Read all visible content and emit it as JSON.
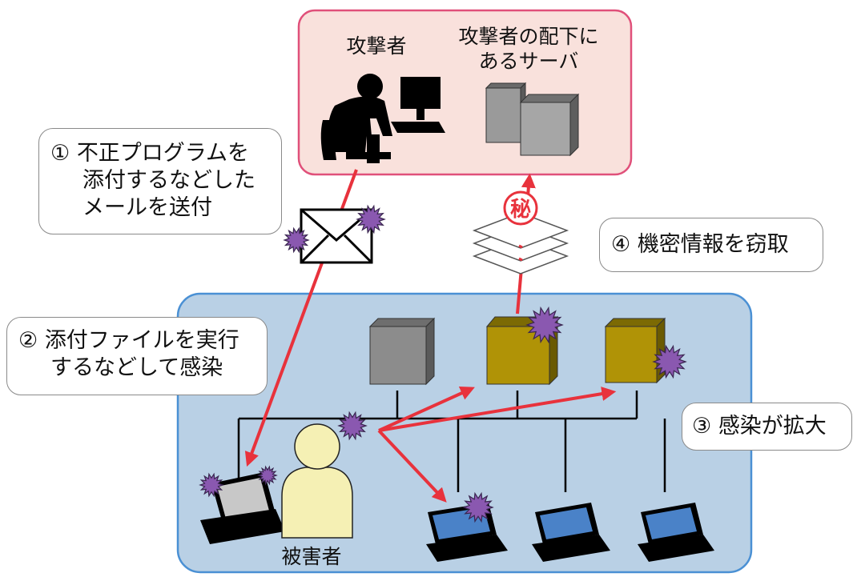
{
  "attacker_zone": {
    "attacker_label": "攻撃者",
    "server_label_line1": "攻撃者の配下に",
    "server_label_line2": "あるサーバ"
  },
  "victim_zone": {
    "victim_label": "被害者"
  },
  "steps": [
    {
      "number": "①",
      "lines": [
        "不正プログラムを",
        "添付するなどした",
        "メールを送付"
      ]
    },
    {
      "number": "②",
      "lines": [
        "添付ファイルを実行",
        "するなどして感染"
      ]
    },
    {
      "number": "③",
      "lines": [
        "感染が拡大"
      ]
    },
    {
      "number": "④",
      "lines": [
        "機密情報を窃取"
      ]
    }
  ],
  "secret_stamp": "秘",
  "colors": {
    "attacker_zone_fill": "#f9e1dc",
    "attacker_zone_border": "#e0507a",
    "victim_zone_fill": "#b9d0e5",
    "victim_zone_border": "#4a90d4",
    "arrow": "#e8323c",
    "infected_server": "#b09306",
    "clean_server": "#8c8c8c",
    "virus": "#8a58b0",
    "victim_person": "#f5f0b4",
    "laptop_screen": "#4a82c8"
  },
  "icons": [
    "person-at-computer-icon",
    "server-icon",
    "envelope-icon",
    "virus-icon",
    "laptop-icon",
    "person-icon",
    "document-stack-icon",
    "secret-stamp-icon"
  ]
}
